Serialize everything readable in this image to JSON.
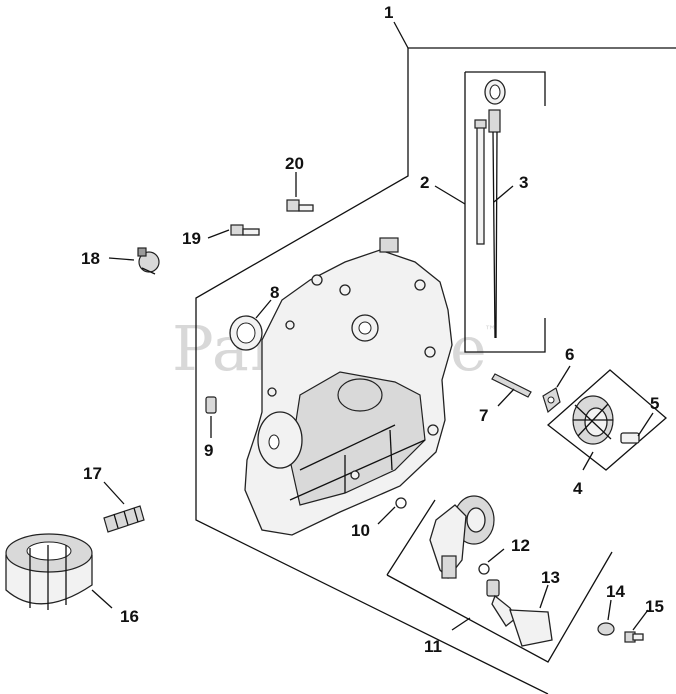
{
  "watermark": {
    "text": "PartsTree",
    "trademark": "™"
  },
  "callouts": {
    "c1": "1",
    "c2": "2",
    "c3": "3",
    "c4": "4",
    "c5": "5",
    "c6": "6",
    "c7": "7",
    "c8": "8",
    "c9": "9",
    "c10": "10",
    "c11": "11",
    "c12": "12",
    "c13": "13",
    "c14": "14",
    "c15": "15",
    "c16": "16",
    "c17": "17",
    "c18": "18",
    "c19": "19",
    "c20": "20"
  }
}
